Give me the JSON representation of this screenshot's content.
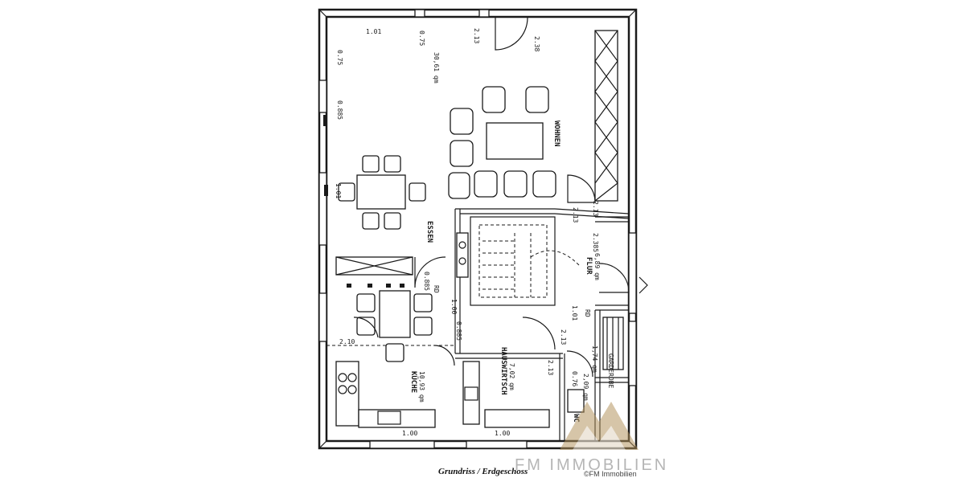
{
  "caption": "Grundriss / Erdgeschoss",
  "watermark": {
    "brand_text": "FM IMMOBILIEN",
    "logo_letters": "FM",
    "copyright": "©FM Immobilien",
    "color": "#b0905a"
  },
  "rooms": {
    "wohnen": "WOHNEN",
    "wohnen_area": "30,61 qm",
    "essen": "ESSEN",
    "kueche": "KÜCHE",
    "kueche_area": "10,93 qm",
    "hauswirtsch": "HAUSWIRTSCH",
    "hauswirtsch_area": "7,02 qm",
    "flur": "FLUR",
    "flur_area": "6,89 qm",
    "garderobe": "GARDEROBE",
    "garderobe_area": "1,74 qm",
    "wc": "WC",
    "wc_area": "2,09 qm"
  },
  "dims": {
    "d1": "1.01",
    "d2": "0.75",
    "d3": "0.75",
    "d4": "2.38",
    "d5": "2.13",
    "d6": "0.885",
    "d7": "1.01",
    "d8": "2.10",
    "d9": "1.01",
    "d10": "2.13",
    "d11": "2.385",
    "d12": "0.885",
    "d13": "2.13",
    "d14": "1.00",
    "d15": "RD",
    "d16": "RD",
    "d17": "0.885",
    "d18": "2.13",
    "d19": "0.76",
    "d20": "2.13",
    "d21": "1.00",
    "d22": "1.00"
  }
}
